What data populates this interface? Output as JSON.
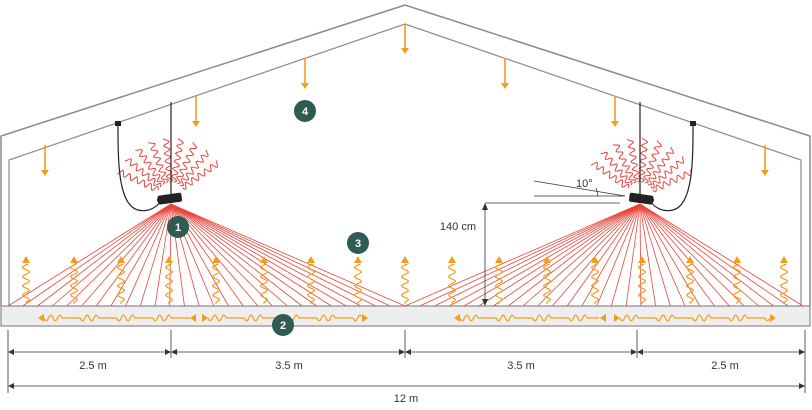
{
  "colors": {
    "outline": "#8a8a8a",
    "floor_fill": "#eeeeee",
    "ray": "#e8463c",
    "heat_wave": "#e8463c",
    "orange": "#f39c1e",
    "badge": "#2e5b54",
    "dim_line": "#333333",
    "heater_body": "#222222"
  },
  "icons": {
    "heater": "ceramic-heater-icon",
    "down_arrow": "down-arrow-icon",
    "up_wave_arrow": "up-wave-arrow-icon",
    "badge": "numbered-badge-icon"
  },
  "badges": [
    "1",
    "2",
    "3",
    "4"
  ],
  "annotations": {
    "height": "140 cm",
    "angle": "10°"
  },
  "dimensions": {
    "segments": [
      "2.5 m",
      "3.5 m",
      "3.5 m",
      "2.5 m"
    ],
    "total": "12 m"
  }
}
